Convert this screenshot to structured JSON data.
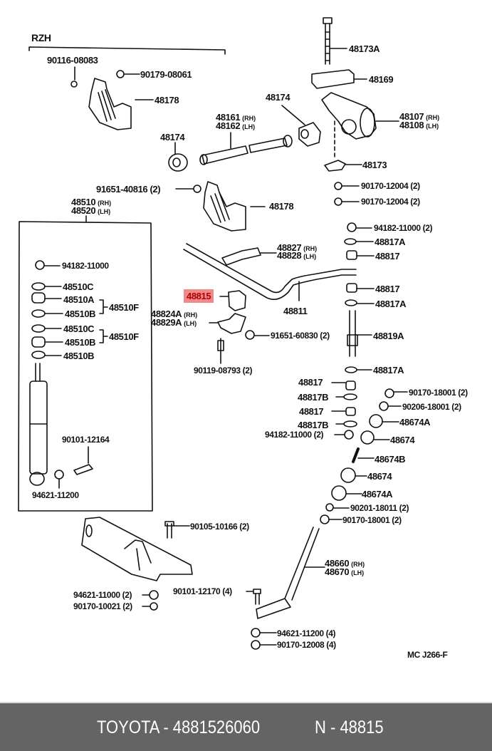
{
  "diagram": {
    "variant_label": "RZH",
    "drawing_code": "MC  J266-F",
    "highlighted_part": "48815",
    "highlight_color": "#f08a8a",
    "labels": {
      "p90116_08083": "90116-08083",
      "p90179_08061": "90179-08061",
      "p48178_top": "48178",
      "p48174_left": "48174",
      "p48161": "48161",
      "p48161_sfx": "(RH)",
      "p48162": "48162",
      "p48162_sfx": "(LH)",
      "p48174_right": "48174",
      "p91651_40816": "91651-40816 (2)",
      "p48178_mid": "48178",
      "p48173A": "48173A",
      "p48169": "48169",
      "p48107": "48107",
      "p48107_sfx": "(RH)",
      "p48108": "48108",
      "p48108_sfx": "(LH)",
      "p48173": "48173",
      "p90170_12004_a": "90170-12004 (2)",
      "p90170_12004_b": "90170-12004 (2)",
      "p48510": "48510",
      "p48510_sfx": "(RH)",
      "p48520": "48520",
      "p48520_sfx": "(LH)",
      "p94182_11000_box": "94182-11000",
      "p48510C_1": "48510C",
      "p48510A": "48510A",
      "p48510B_1": "48510B",
      "p48510F_1": "48510F",
      "p48510C_2": "48510C",
      "p48510B_2": "48510B",
      "p48510F_2": "48510F",
      "p48510B_3": "48510B",
      "p90101_12164": "90101-12164",
      "p94621_11200_box": "94621-11200",
      "p48827": "48827",
      "p48827_sfx": "(RH)",
      "p48828": "48828",
      "p48828_sfx": "(LH)",
      "p48815": "48815",
      "p48811": "48811",
      "p48824A": "48824A",
      "p48824A_sfx": "(RH)",
      "p48829A": "48829A",
      "p48829A_sfx": "(LH)",
      "p91651_60830": "91651-60830 (2)",
      "p90119_08793": "90119-08793 (2)",
      "p94182_11000_2": "94182-11000 (2)",
      "p48817A_1": "48817A",
      "p48817_1": "48817",
      "p48817_2": "48817",
      "p48817A_2": "48817A",
      "p48819A": "48819A",
      "p48817A_3": "48817A",
      "p48817_3": "48817",
      "p48817B_1": "48817B",
      "p48817_4": "48817",
      "p48817B_2": "48817B",
      "p94182_11000_3": "94182-11000 (2)",
      "p90170_18001_a": "90170-18001 (2)",
      "p90206_18001": "90206-18001 (2)",
      "p48674A_1": "48674A",
      "p48674_1": "48674",
      "p48674B": "48674B",
      "p48674_2": "48674",
      "p48674A_2": "48674A",
      "p90201_18011": "90201-18011 (2)",
      "p90170_18001_b": "90170-18001 (2)",
      "p90105_10166": "90105-10166 (2)",
      "p48660": "48660",
      "p48660_sfx": "(RH)",
      "p48670": "48670",
      "p48670_sfx": "(LH)",
      "p94621_11000": "94621-11000 (2)",
      "p90170_10021": "90170-10021 (2)",
      "p90101_12170": "90101-12170 (4)",
      "p94621_11200_4": "94621-11200 (4)",
      "p90170_12008": "90170-12008 (4)"
    }
  },
  "footer": {
    "brand_part": "TOYOTA - 4881526060",
    "ref": "N - 48815",
    "background": "#646464"
  }
}
